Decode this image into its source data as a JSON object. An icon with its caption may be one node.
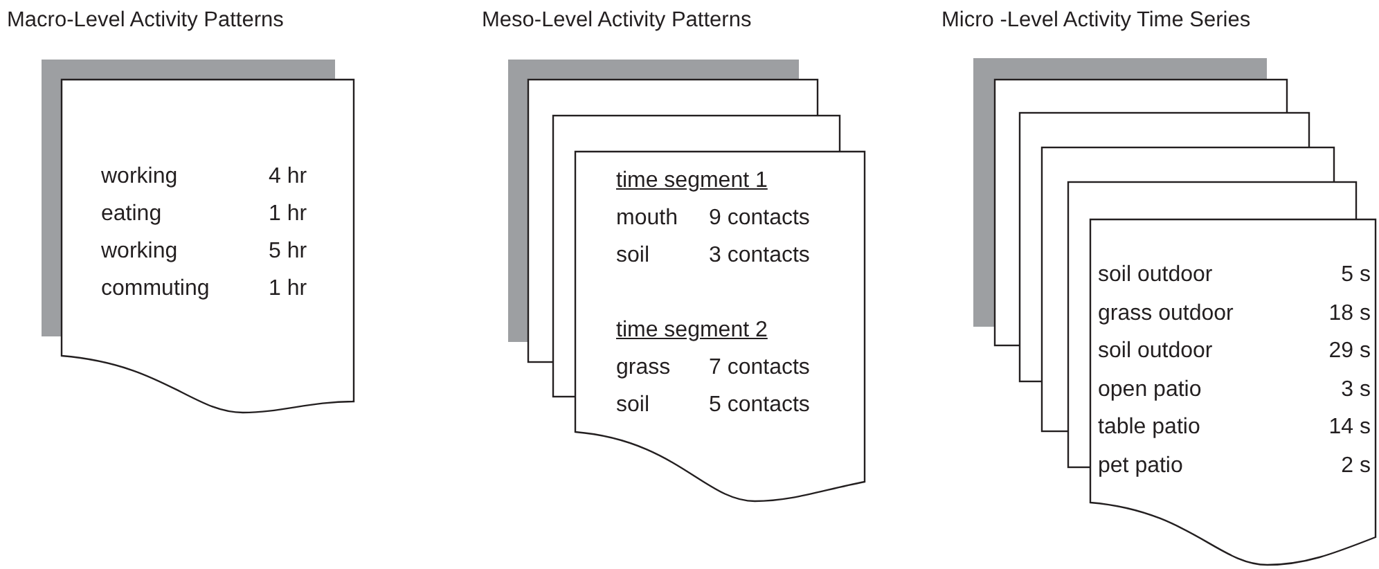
{
  "diagram": {
    "nodes": [
      {
        "text": [
          "working",
          "4 hr",
          "eating",
          "1 hr",
          "working",
          "5 hr",
          "commuting",
          "1 hr"
        ]
      },
      {
        "text": [
          "time segment 1",
          "mouth",
          "9 contacts",
          "soil",
          "3 contacts",
          "time segment 2",
          "grass",
          "7 contacts",
          "soil",
          "5 contacts"
        ]
      },
      {
        "text": [
          "soil outdoor",
          "5 s",
          "grass outdoor",
          "18 s",
          "soil outdoor",
          "29 s",
          "open patio",
          "3 s",
          "table patio",
          "14 s",
          "pet patio",
          "2 s"
        ]
      }
    ],
    "labels": [
      "Macro-Level Activity Patterns",
      "Meso-Level Activity Patterns",
      "Micro -Level Activity Time Series"
    ]
  }
}
